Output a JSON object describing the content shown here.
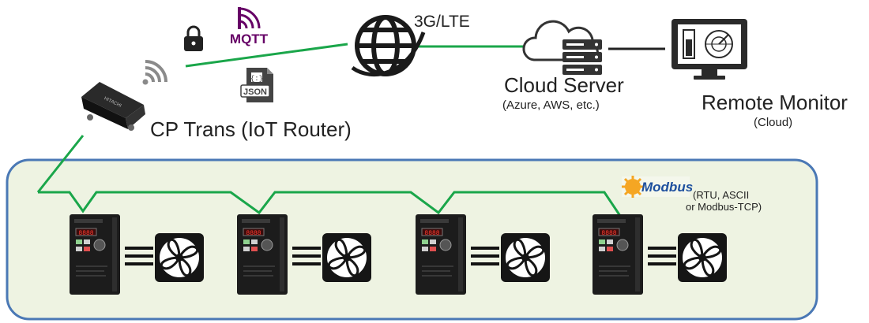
{
  "network": {
    "link_label": "3G/LTE",
    "protocol_label": "MQTT",
    "payload_label": "JSON",
    "payload_glyph": "{:}"
  },
  "router": {
    "title": "CP Trans (IoT Router)",
    "brand": "HITACHI"
  },
  "cloud_server": {
    "title": "Cloud Server",
    "subtitle": "(Azure, AWS, etc.)"
  },
  "remote_monitor": {
    "title": "Remote Monitor",
    "subtitle": "(Cloud)"
  },
  "fieldbus": {
    "name": "Modbus",
    "note_line1": "(RTU, ASCII",
    "note_line2": "or Modbus-TCP)"
  },
  "inverter": {
    "display": "8888"
  },
  "colors": {
    "link_green": "#1aa64a",
    "field_fill": "#eef3e2",
    "field_border": "#4a78b5",
    "mqtt_purple": "#660066",
    "modbus_blue": "#1d4f9e",
    "modbus_gold": "#f5a623",
    "icon_dark": "#222222"
  },
  "icons": [
    "lock-icon",
    "mqtt-logo",
    "json-file-icon",
    "wifi-icon",
    "globe-icon",
    "cloud-server-icon",
    "monitor-icon",
    "modbus-logo",
    "inverter-device",
    "fan-icon"
  ]
}
